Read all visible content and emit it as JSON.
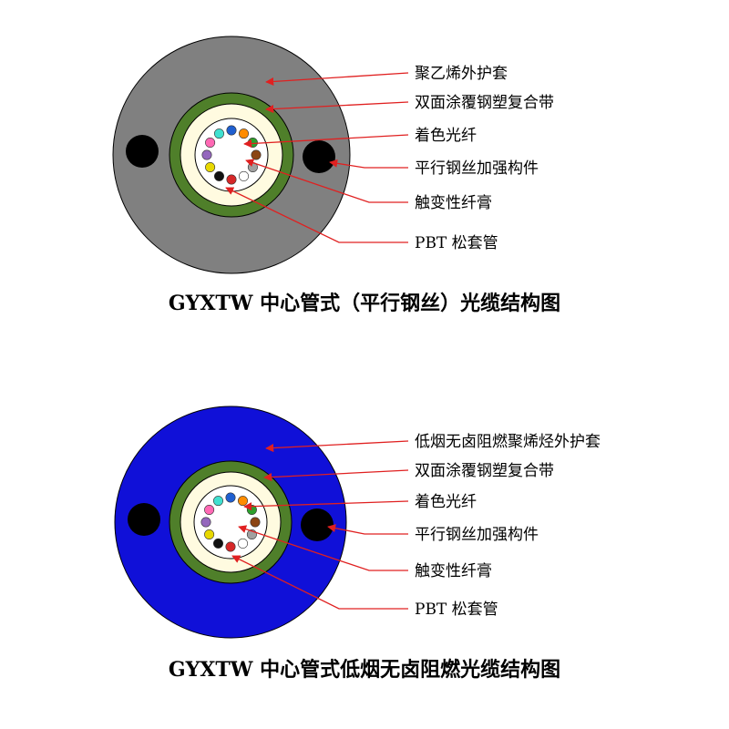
{
  "diagrams": [
    {
      "caption": "GYXTW 中心管式（平行钢丝）光缆结构图",
      "colors": {
        "jacket": "#808080",
        "tape": "#4f7f2a",
        "gel": "#fffbe0",
        "tube": "#ffffff",
        "steel": "#000000"
      },
      "labels": [
        "聚乙烯外护套",
        "双面涂覆钢塑复合带",
        "着色光纤",
        "平行钢丝加强构件",
        "触变性纤膏",
        "PBT 松套管"
      ]
    },
    {
      "caption": "GYXTW 中心管式低烟无卤阻燃光缆结构图",
      "colors": {
        "jacket": "#1010d8",
        "tape": "#4f7f2a",
        "gel": "#fffbe0",
        "tube": "#ffffff",
        "steel": "#000000"
      },
      "labels": [
        "低烟无卤阻燃聚烯烃外护套",
        "双面涂覆钢塑复合带",
        "着色光纤",
        "平行钢丝加强构件",
        "触变性纤膏",
        "PBT 松套管"
      ]
    }
  ],
  "fiber_colors": [
    "#1f5fd0",
    "#ff8c00",
    "#2ca02c",
    "#8b4513",
    "#a0a0a0",
    "#ffffff",
    "#d62728",
    "#111111",
    "#e8d800",
    "#9467bd",
    "#ff69b4",
    "#40e0d0"
  ],
  "arrow_color": "#e02020"
}
